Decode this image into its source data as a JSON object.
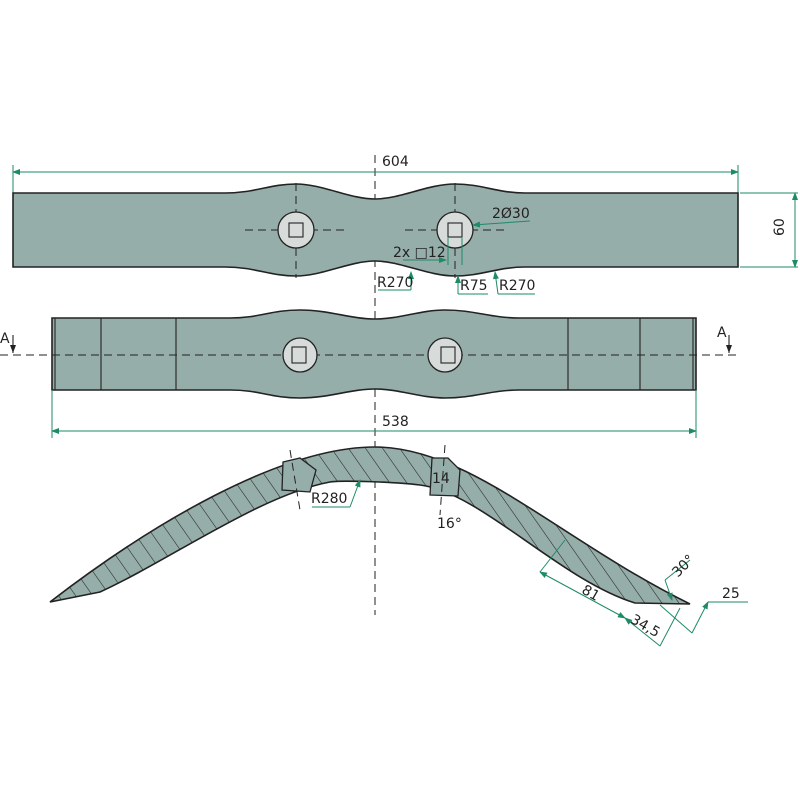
{
  "title": "Blade technical drawing",
  "colors": {
    "part_fill": "#95aea9",
    "dimension": "#1e8a68",
    "outline": "#222222"
  },
  "top_view": {
    "length": "604",
    "width": "60",
    "hole_diameter": "2Ø30",
    "square_hole": "2x □12",
    "radius_left": "R270",
    "radius_hole": "R75",
    "radius_right": "R270"
  },
  "front_view": {
    "section_mark_left": "A",
    "section_mark_right": "A",
    "length": "538"
  },
  "section_view": {
    "radius": "R280",
    "hole_width": "14",
    "hole_angle": "16°",
    "edge_angle": "30°",
    "edge_length": "81",
    "edge_offset": "34,5",
    "thickness": "25"
  }
}
